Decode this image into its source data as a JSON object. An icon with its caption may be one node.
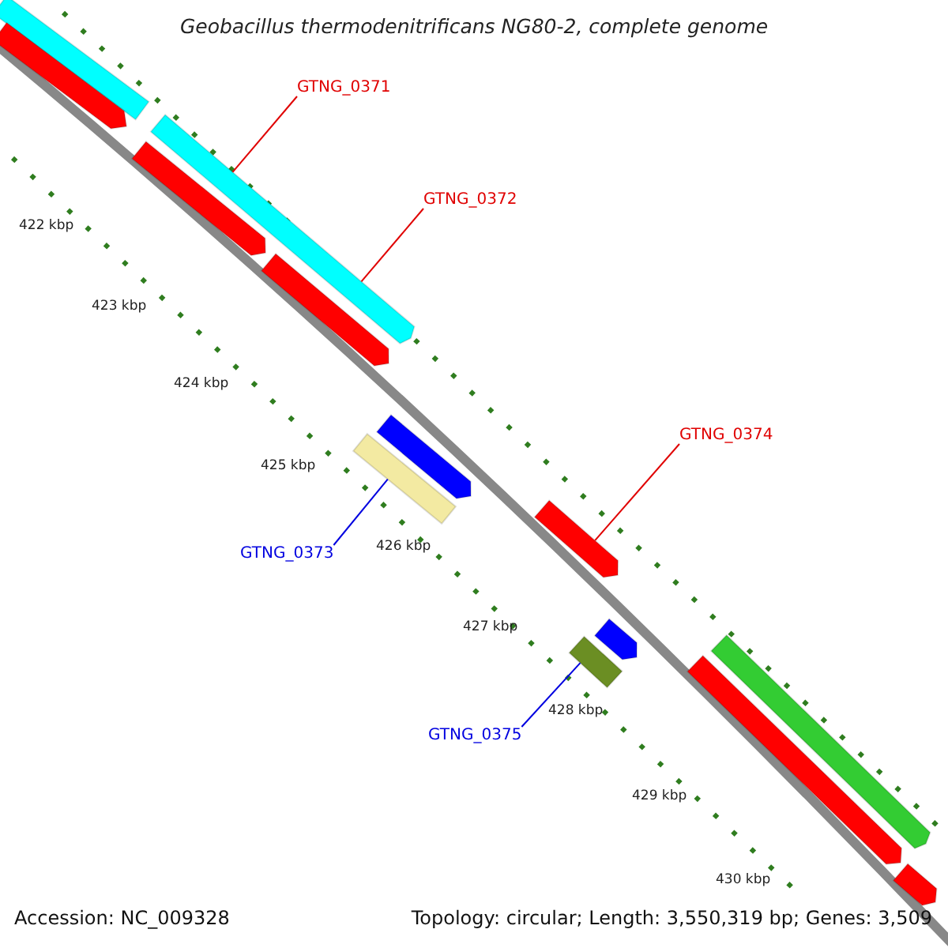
{
  "diagram": {
    "title": "Geobacillus thermodenitrificans NG80-2, complete genome",
    "nodes": [
      {
        "text": [],
        "shape": "bar"
      },
      {
        "text": [],
        "shape": "bar"
      },
      {
        "text": [],
        "shape": "bar"
      },
      {
        "text": [],
        "shape": "bar"
      },
      {
        "text": [],
        "shape": "bar"
      },
      {
        "text": [],
        "shape": "bar"
      },
      {
        "text": [],
        "shape": "bar"
      },
      {
        "text": [],
        "shape": "bar"
      },
      {
        "text": [],
        "shape": "bar"
      },
      {
        "text": [],
        "shape": "bar"
      },
      {
        "text": [],
        "shape": "bar"
      },
      {
        "text": [],
        "shape": "bar"
      },
      {
        "text": [],
        "shape": "bar"
      },
      {
        "text": [
          "GTNG_0371"
        ]
      },
      {
        "text": [
          "GTNG_0372"
        ]
      },
      {
        "text": [
          "GTNG_0374"
        ]
      },
      {
        "text": [
          "GTNG_0373"
        ]
      },
      {
        "text": [
          "GTNG_0375"
        ]
      }
    ],
    "edges": [
      {
        "from": 13,
        "to": 2,
        "arrow": "none"
      },
      {
        "from": 14,
        "to": 2,
        "arrow": "none"
      },
      {
        "from": 15,
        "to": 7,
        "arrow": "none"
      },
      {
        "from": 16,
        "to": 6,
        "arrow": "none",
        "color": "#0000e0"
      },
      {
        "from": 17,
        "to": 9,
        "arrow": "none",
        "color": "#0000e0"
      }
    ],
    "labels": [
      "422 kbp",
      "423 kbp",
      "424 kbp",
      "425 kbp",
      "426 kbp",
      "427 kbp",
      "428 kbp",
      "429 kbp",
      "430 kbp",
      "Accession: NC_009328",
      "Topology: circular; Length: 3,550,319 bp; Genes: 3,509"
    ]
  }
}
